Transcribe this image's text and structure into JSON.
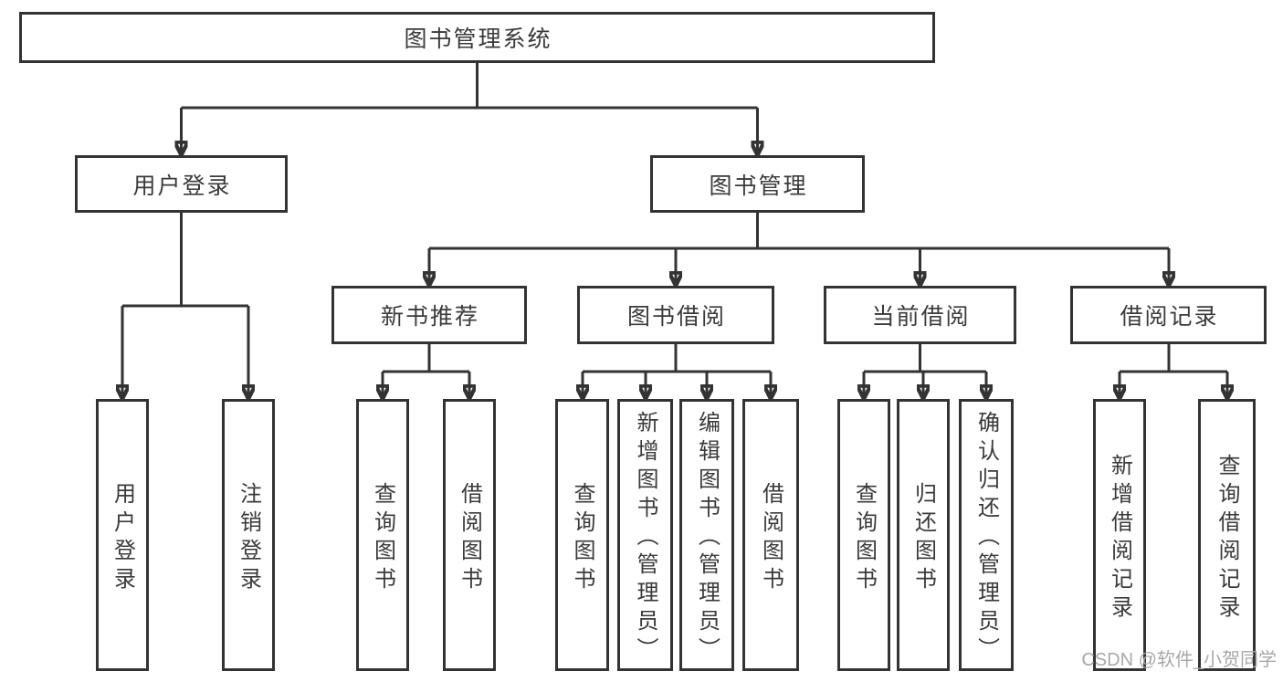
{
  "colors": {
    "line": "#333333",
    "node_border": "#333333",
    "node_fill": "#ffffff",
    "text": "#3a3a3a",
    "watermark": "#a8a8a8",
    "background": "#ffffff"
  },
  "watermark": {
    "text": "CSDN @软件_小贺同学"
  },
  "tree": {
    "root": {
      "label": "图书管理系统"
    },
    "branches": [
      {
        "label": "用户登录",
        "children": [
          {
            "label": "用户登录"
          },
          {
            "label": "注销登录"
          }
        ]
      },
      {
        "label": "图书管理",
        "groups": [
          {
            "label": "新书推荐",
            "children": [
              {
                "label": "查询图书"
              },
              {
                "label": "借阅图书"
              }
            ]
          },
          {
            "label": "图书借阅",
            "children": [
              {
                "label": "查询图书"
              },
              {
                "label": "新增图书（管理员）"
              },
              {
                "label": "编辑图书（管理员）"
              },
              {
                "label": "借阅图书"
              }
            ]
          },
          {
            "label": "当前借阅",
            "children": [
              {
                "label": "查询图书"
              },
              {
                "label": "归还图书"
              },
              {
                "label": "确认归还（管理员）"
              }
            ]
          },
          {
            "label": "借阅记录",
            "children": [
              {
                "label": "新增借阅记录"
              },
              {
                "label": "查询借阅记录"
              }
            ]
          }
        ]
      }
    ]
  }
}
